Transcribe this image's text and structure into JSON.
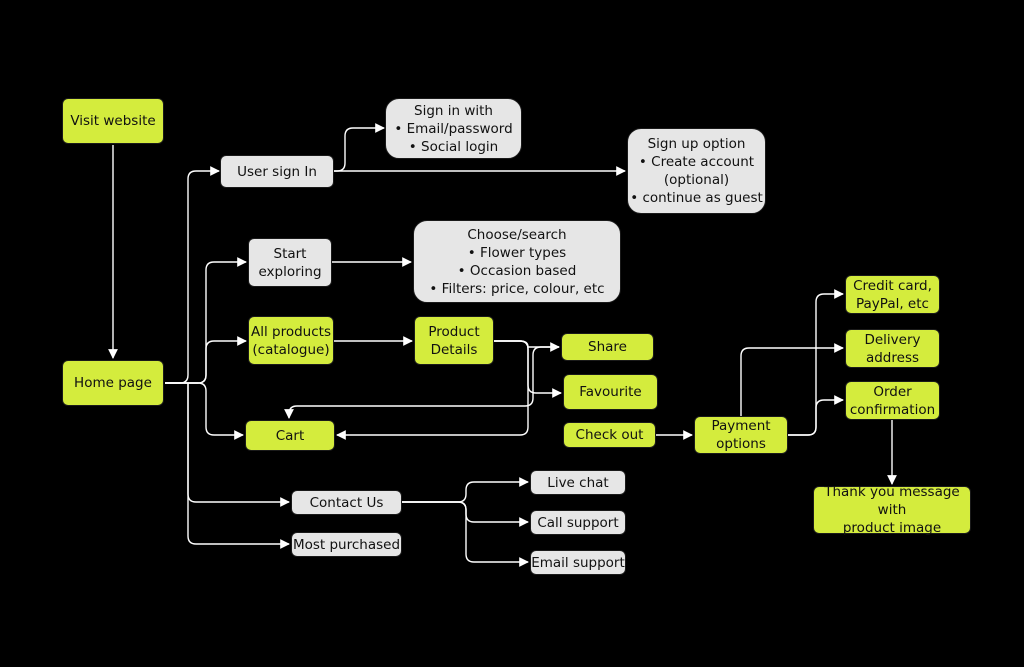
{
  "colors": {
    "background": "#000000",
    "green_node": "#d4ec3d",
    "gray_node": "#e6e6e6",
    "connector": "#ffffff"
  },
  "nodes": {
    "visit_website": "Visit website",
    "home_page": "Home page",
    "user_sign_in": "User sign In",
    "sign_in_with": "Sign in with\n• Email/password\n• Social login",
    "sign_up_option": "Sign up option\n• Create account\n(optional)\n• continue as guest",
    "start_exploring": "Start\nexploring",
    "choose_search": "Choose/search\n• Flower types\n• Occasion based\n• Filters: price, colour, etc",
    "all_products": "All products\n(catalogue)",
    "product_details": "Product\nDetails",
    "share": "Share",
    "favourite": "Favourite",
    "cart": "Cart",
    "check_out": "Check out",
    "payment_options": "Payment\noptions",
    "credit_card": "Credit card,\nPayPal, etc",
    "delivery_address": "Delivery\naddress",
    "order_confirmation": "Order\nconfirmation",
    "thank_you": "Thank you message with\nproduct image",
    "contact_us": "Contact Us",
    "live_chat": "Live chat",
    "call_support": "Call support",
    "email_support": "Email support",
    "most_purchased": "Most purchased"
  }
}
